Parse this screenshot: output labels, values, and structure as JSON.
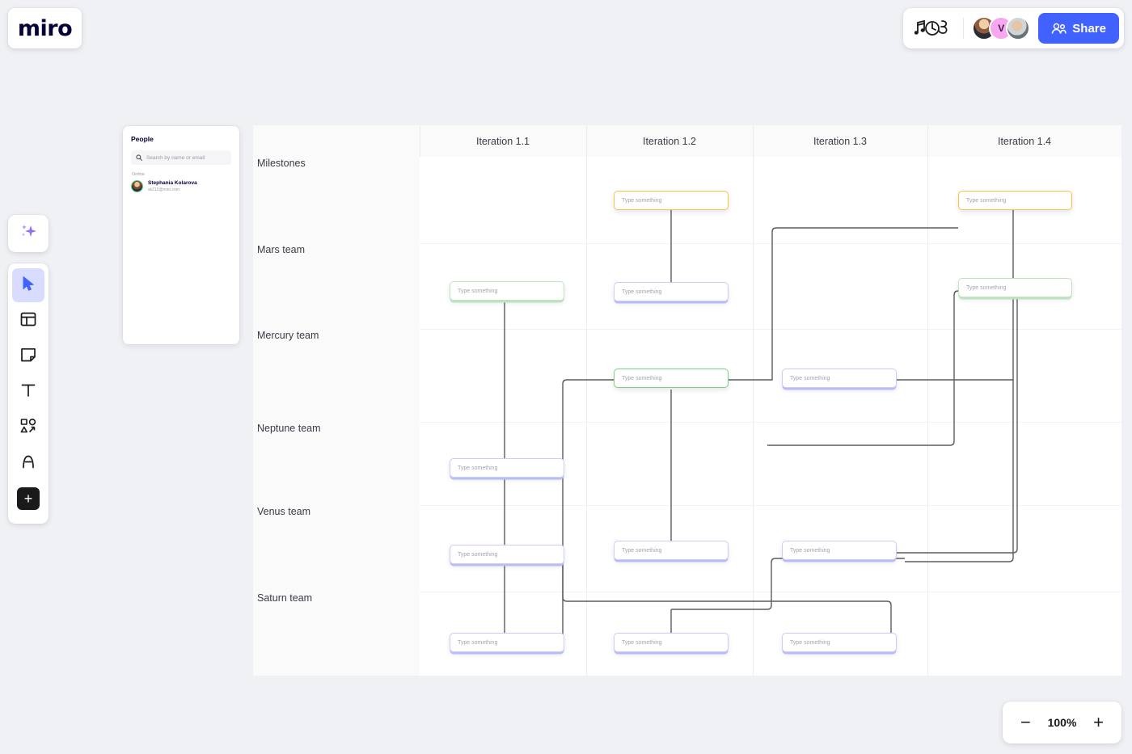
{
  "app": {
    "logo_text": "miro"
  },
  "header": {
    "notes_icon": "music-notes-icon",
    "share_label": "Share",
    "share_icon": "people-icon",
    "share_color": "#4262ff",
    "avatars": [
      {
        "name": "avatar-user-1",
        "initial": "",
        "type": "photo"
      },
      {
        "name": "avatar-user-2",
        "initial": "V",
        "type": "letter",
        "color": "#f6a7f0"
      },
      {
        "name": "avatar-user-3",
        "initial": "",
        "type": "photo"
      }
    ]
  },
  "toolbar": {
    "ai_tool": {
      "label": "AI",
      "icon": "sparkle-icon"
    },
    "items": [
      {
        "label": "Select",
        "icon": "cursor-icon",
        "active": true
      },
      {
        "label": "Templates",
        "icon": "templates-icon",
        "active": false
      },
      {
        "label": "Sticky note",
        "icon": "sticky-note-icon",
        "active": false
      },
      {
        "label": "Text",
        "icon": "text-icon",
        "active": false
      },
      {
        "label": "Shapes",
        "icon": "shapes-icon",
        "active": false
      },
      {
        "label": "Pen",
        "icon": "pen-icon",
        "active": false
      },
      {
        "label": "More apps",
        "icon": "plus-icon",
        "active": false
      }
    ]
  },
  "people_panel": {
    "title": "People",
    "search_placeholder": "Search by name or email",
    "search_value": "",
    "search_icon": "search-icon",
    "online_label": "Online",
    "members": [
      {
        "name": "Stephania Kolarova",
        "email": "sk212@miro.com",
        "status": "online"
      }
    ]
  },
  "board": {
    "columns": [
      "Iteration 1.1",
      "Iteration 1.2",
      "Iteration 1.3",
      "Iteration 1.4"
    ],
    "rows": [
      "Milestones",
      "Mars team",
      "Mercury team",
      "Neptune team",
      "Venus team",
      "Saturn team"
    ],
    "card_placeholder": "Type something",
    "card_colors": {
      "blue": "#c9cdfb",
      "green": "#7ed07e",
      "green_light": "#bfe3bf",
      "yellow": "#f5c542"
    },
    "cards": [
      {
        "id": "c1",
        "row": "Milestones",
        "column": "Iteration 1.2",
        "color": "yellow",
        "text": "Type something"
      },
      {
        "id": "c2",
        "row": "Milestones",
        "column": "Iteration 1.4",
        "color": "yellow",
        "text": "Type something"
      },
      {
        "id": "c3",
        "row": "Mars team",
        "column": "Iteration 1.1",
        "color": "green_light",
        "text": "Type something"
      },
      {
        "id": "c4",
        "row": "Mars team",
        "column": "Iteration 1.2",
        "color": "blue",
        "text": "Type something"
      },
      {
        "id": "c5",
        "row": "Mars team",
        "column": "Iteration 1.4",
        "color": "green_light",
        "text": "Type something"
      },
      {
        "id": "c6",
        "row": "Mercury team",
        "column": "Iteration 1.2",
        "color": "green",
        "text": "Type something"
      },
      {
        "id": "c7",
        "row": "Mercury team",
        "column": "Iteration 1.3",
        "color": "blue",
        "text": "Type something"
      },
      {
        "id": "c8",
        "row": "Neptune team",
        "column": "Iteration 1.1",
        "color": "blue",
        "text": "Type something"
      },
      {
        "id": "c9",
        "row": "Venus team",
        "column": "Iteration 1.1",
        "color": "blue",
        "text": "Type something"
      },
      {
        "id": "c10",
        "row": "Venus team",
        "column": "Iteration 1.2",
        "color": "blue",
        "text": "Type something"
      },
      {
        "id": "c11",
        "row": "Venus team",
        "column": "Iteration 1.3",
        "color": "blue",
        "text": "Type something"
      },
      {
        "id": "c12",
        "row": "Saturn team",
        "column": "Iteration 1.1",
        "color": "blue",
        "text": "Type something"
      },
      {
        "id": "c13",
        "row": "Saturn team",
        "column": "Iteration 1.2",
        "color": "blue",
        "text": "Type something"
      },
      {
        "id": "c14",
        "row": "Saturn team",
        "column": "Iteration 1.3",
        "color": "blue",
        "text": "Type something"
      }
    ]
  },
  "zoom": {
    "level": "100%",
    "minus": "−",
    "plus": "+"
  }
}
